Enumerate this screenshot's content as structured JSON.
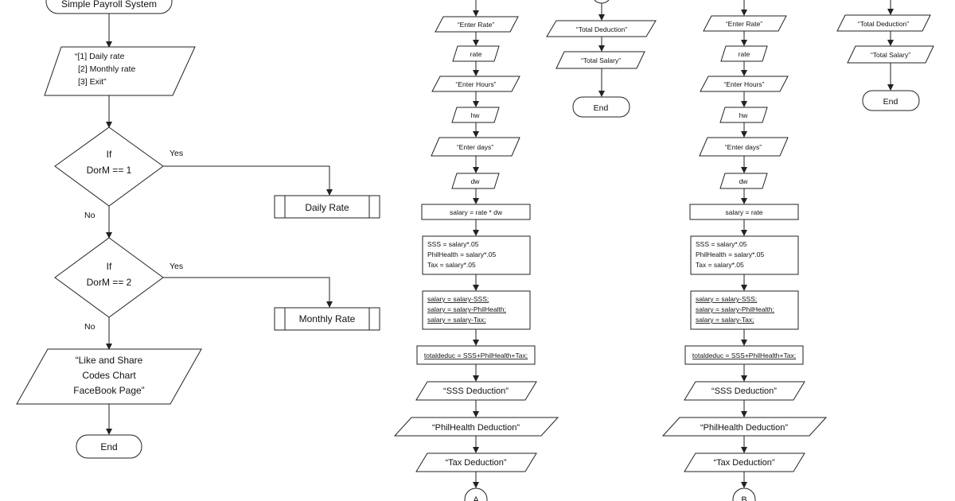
{
  "left": {
    "start": "Simple Payroll System",
    "menu": [
      "“[1] Daily rate",
      "[2] Monthly rate",
      "[3] Exit”"
    ],
    "cond1": [
      "If",
      "DorM == 1"
    ],
    "cond2": [
      "If",
      "DorM == 2"
    ],
    "yes": "Yes",
    "no": "No",
    "daily": "Daily Rate",
    "monthly": "Monthly Rate",
    "share": [
      "“Like and Share",
      "Codes Chart",
      "FaceBook Page”"
    ],
    "end": "End"
  },
  "flowA": {
    "enter_rate": "“Enter Rate”",
    "rate": "rate",
    "enter_hours": "“Enter Hours”",
    "hw": "hw",
    "enter_days": "“Enter days”",
    "dw": "dw",
    "salary": "salary = rate * dw",
    "deductions": [
      "SSS = salary*.05",
      "PhilHealth = salary*.05",
      "Tax = salary*.05"
    ],
    "subtract": [
      "salary = salary-SSS;",
      "salary = salary-PhilHealth;",
      "salary = salary-Tax;"
    ],
    "total": "totaldeduc = SSS+PhilHealth+Tax;",
    "sss_out": "“SSS Deduction”",
    "phil_out": "“PhilHealth Deduction”",
    "tax_out": "“Tax Deduction”",
    "connector": "A"
  },
  "flowA2": {
    "total_ded": "“Total Deduction”",
    "total_sal": "“Total Salary”",
    "end": "End"
  },
  "flowB": {
    "enter_rate": "“Enter Rate”",
    "rate": "rate",
    "enter_hours": "“Enter Hours”",
    "hw": "hw",
    "enter_days": "“Enter days”",
    "dw": "dw",
    "salary": "salary = rate",
    "deductions": [
      "SSS = salary*.05",
      "PhilHealth = salary*.05",
      "Tax = salary*.05"
    ],
    "subtract": [
      "salary = salary-SSS;",
      "salary = salary-PhilHealth;",
      "salary = salary-Tax;"
    ],
    "total": "totaldeduc = SSS+PhilHealth+Tax;",
    "sss_out": "“SSS Deduction”",
    "phil_out": "“PhilHealth Deduction”",
    "tax_out": "“Tax Deduction”",
    "connector": "B"
  },
  "flowB2": {
    "total_ded": "“Total Deduction”",
    "total_sal": "“Total Salary”",
    "end": "End"
  }
}
